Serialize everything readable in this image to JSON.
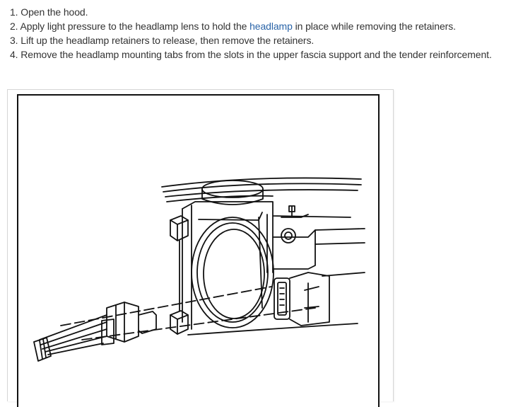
{
  "instructions": {
    "steps": [
      {
        "number": "1.",
        "text_before": "Open the hood.",
        "link": "",
        "text_after": ""
      },
      {
        "number": "2.",
        "text_before": "Apply light pressure to the headlamp lens to hold the ",
        "link": "headlamp",
        "text_after": " in place while removing the retainers."
      },
      {
        "number": "3.",
        "text_before": "Lift up the headlamp retainers to release, then remove the retainers.",
        "link": "",
        "text_after": ""
      },
      {
        "number": "4.",
        "text_before": "Remove the headlamp mounting tabs from the slots in the upper fascia support and the tender reinforcement.",
        "link": "",
        "text_after": ""
      }
    ],
    "link_color": "#2a64a8",
    "text_color": "#333333"
  },
  "figure": {
    "description": "Line drawing of headlamp assembly with retainers, mounting tabs, and wiring harness connector",
    "icon": "headlamp-diagram-illustration"
  }
}
